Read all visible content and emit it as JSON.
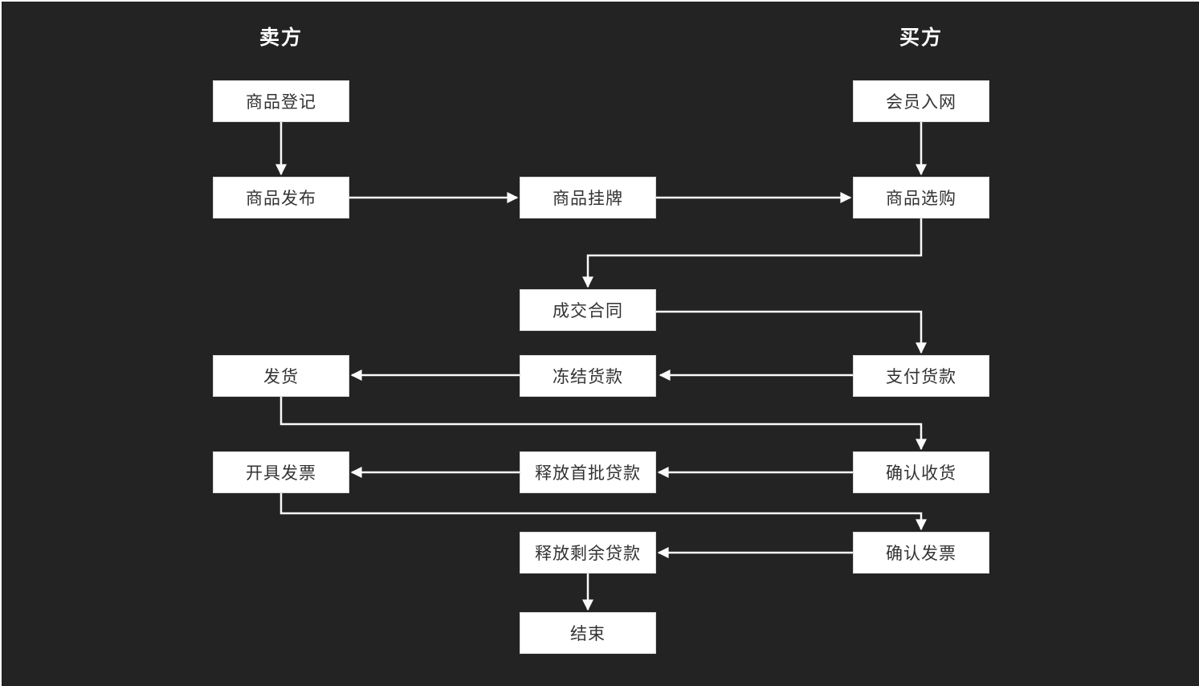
{
  "diagram": {
    "type": "flowchart",
    "theme": {
      "background_color": "#232323",
      "node_fill": "#ffffff",
      "node_text_color": "#333333",
      "line_color": "#fafafa",
      "header_text_color": "#ffffff"
    },
    "headers": {
      "seller": "卖方",
      "buyer": "买方"
    },
    "nodes": [
      {
        "label": "商品登记"
      },
      {
        "label": "会员入网"
      },
      {
        "label": "商品发布"
      },
      {
        "label": "商品挂牌"
      },
      {
        "label": "商品选购"
      },
      {
        "label": "成交合同"
      },
      {
        "label": "冻结货款"
      },
      {
        "label": "支付货款"
      },
      {
        "label": "发货"
      },
      {
        "label": "释放首批贷款"
      },
      {
        "label": "确认收货"
      },
      {
        "label": "开具发票"
      },
      {
        "label": "释放剩余贷款"
      },
      {
        "label": "确认发票"
      },
      {
        "label": "结束"
      }
    ],
    "edges": [
      {
        "from": "商品登记",
        "to": "商品发布"
      },
      {
        "from": "商品发布",
        "to": "商品挂牌"
      },
      {
        "from": "商品挂牌",
        "to": "商品选购"
      },
      {
        "from": "会员入网",
        "to": "商品选购"
      },
      {
        "from": "商品选购",
        "to": "成交合同"
      },
      {
        "from": "成交合同",
        "to": "支付货款"
      },
      {
        "from": "支付货款",
        "to": "冻结货款"
      },
      {
        "from": "冻结货款",
        "to": "发货"
      },
      {
        "from": "发货",
        "to": "确认收货"
      },
      {
        "from": "确认收货",
        "to": "释放首批贷款"
      },
      {
        "from": "释放首批贷款",
        "to": "开具发票"
      },
      {
        "from": "开具发票",
        "to": "确认发票"
      },
      {
        "from": "确认发票",
        "to": "释放剩余贷款"
      },
      {
        "from": "释放剩余贷款",
        "to": "结束"
      }
    ]
  }
}
